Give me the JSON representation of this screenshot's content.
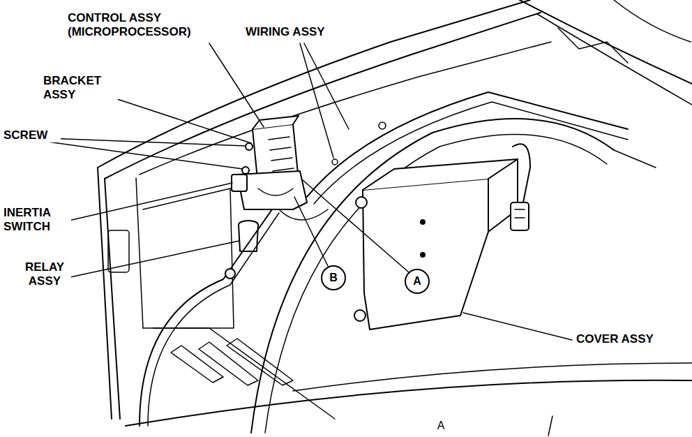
{
  "diagram": {
    "nodes": [
      {
        "text": [
          "B"
        ]
      },
      {
        "text": [
          "A"
        ]
      }
    ],
    "labels": [
      "CONTROL ASSY (MICROPROCESSOR)",
      "WIRING ASSY",
      "BRACKET ASSY",
      "SCREW",
      "INERTIA SWITCH",
      "RELAY ASSY",
      "COVER ASSY",
      "A"
    ]
  }
}
